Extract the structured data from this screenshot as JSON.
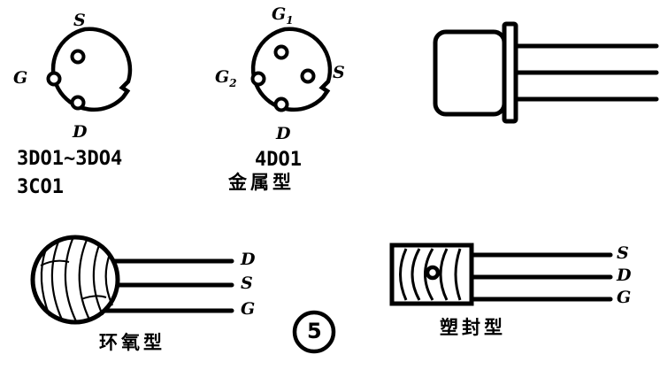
{
  "figure": {
    "number_label": "5",
    "caption_style": "circled-number"
  },
  "packages": [
    {
      "id": "metal-3pin",
      "kind": "can-bottom-view",
      "part_numbers": [
        "3DO1~3DO4",
        "3CO1"
      ],
      "pins": [
        {
          "name": "S",
          "position": "top"
        },
        {
          "name": "G",
          "position": "left"
        },
        {
          "name": "D",
          "position": "bottom"
        }
      ],
      "pin_count": 3,
      "has_index_tab": true
    },
    {
      "id": "metal-4pin",
      "kind": "can-bottom-view",
      "part_numbers": [
        "4DO1"
      ],
      "caption": "金属型",
      "pins": [
        {
          "name": "G",
          "subscript": "1",
          "position": "top"
        },
        {
          "name": "G",
          "subscript": "2",
          "position": "left"
        },
        {
          "name": "S",
          "position": "right"
        },
        {
          "name": "D",
          "position": "bottom"
        }
      ],
      "pin_count": 4,
      "has_index_tab": true
    },
    {
      "id": "metal-can-side",
      "kind": "can-side-view",
      "lead_count": 3
    },
    {
      "id": "epoxy-sphere",
      "kind": "epoxy-side-view",
      "caption": "环氧型",
      "leads": [
        {
          "name": "D"
        },
        {
          "name": "S"
        },
        {
          "name": "G"
        }
      ]
    },
    {
      "id": "plastic-sealed",
      "kind": "plastic-side-view",
      "caption": "塑封型",
      "leads": [
        {
          "name": "S"
        },
        {
          "name": "D"
        },
        {
          "name": "G"
        }
      ]
    }
  ],
  "colors": {
    "ink": "#000000",
    "paper": "#ffffff"
  }
}
